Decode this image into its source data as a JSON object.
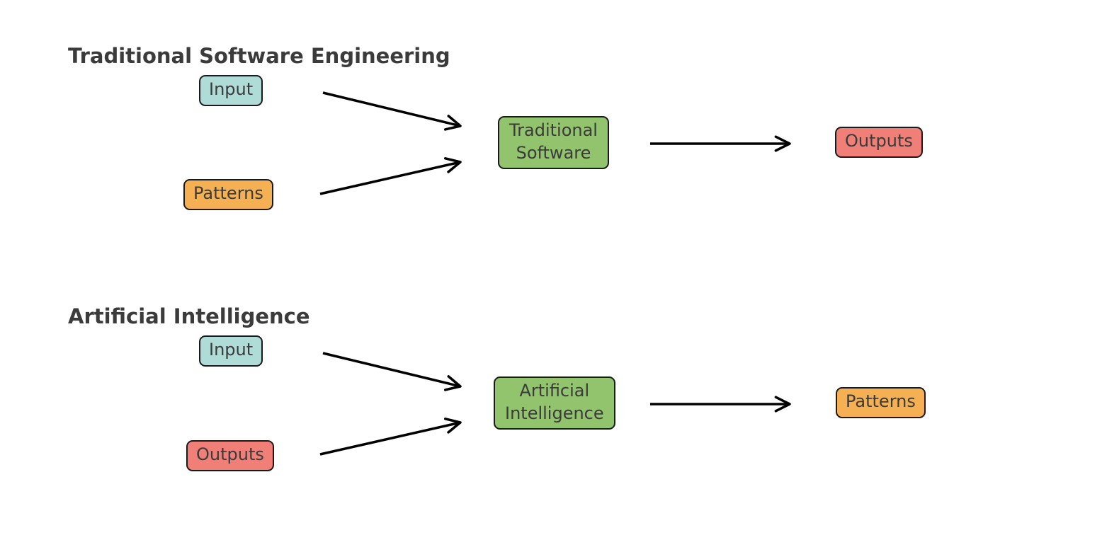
{
  "page": {
    "background": "#ffffff"
  },
  "colors": {
    "input_box": "#b0dcd8",
    "patterns_box": "#f4b052",
    "process_box": "#92c36d",
    "outputs_box": "#ef7f77",
    "box_border": "#1a1a1a",
    "box_text": "#3b3b3b",
    "title_text": "#3b3b3b",
    "arrow": "#000000"
  },
  "sections": [
    {
      "title": "Traditional Software Engineering",
      "nodes": {
        "input": {
          "label": "Input",
          "color_key": "input_box"
        },
        "secondary": {
          "label": "Patterns",
          "color_key": "patterns_box"
        },
        "process": {
          "label": "Traditional\nSoftware",
          "color_key": "process_box"
        },
        "output": {
          "label": "Outputs",
          "color_key": "outputs_box"
        }
      },
      "edges": [
        "Input to Traditional Software",
        "Patterns to Traditional Software",
        "Traditional Software to Outputs"
      ]
    },
    {
      "title": "Artificial Intelligence",
      "nodes": {
        "input": {
          "label": "Input",
          "color_key": "input_box"
        },
        "secondary": {
          "label": "Outputs",
          "color_key": "outputs_box"
        },
        "process": {
          "label": "Artificial\nIntelligence",
          "color_key": "process_box"
        },
        "output": {
          "label": "Patterns",
          "color_key": "patterns_box"
        }
      },
      "edges": [
        "Input to Artificial Intelligence",
        "Outputs to Artificial Intelligence",
        "Artificial Intelligence to Patterns"
      ]
    }
  ]
}
